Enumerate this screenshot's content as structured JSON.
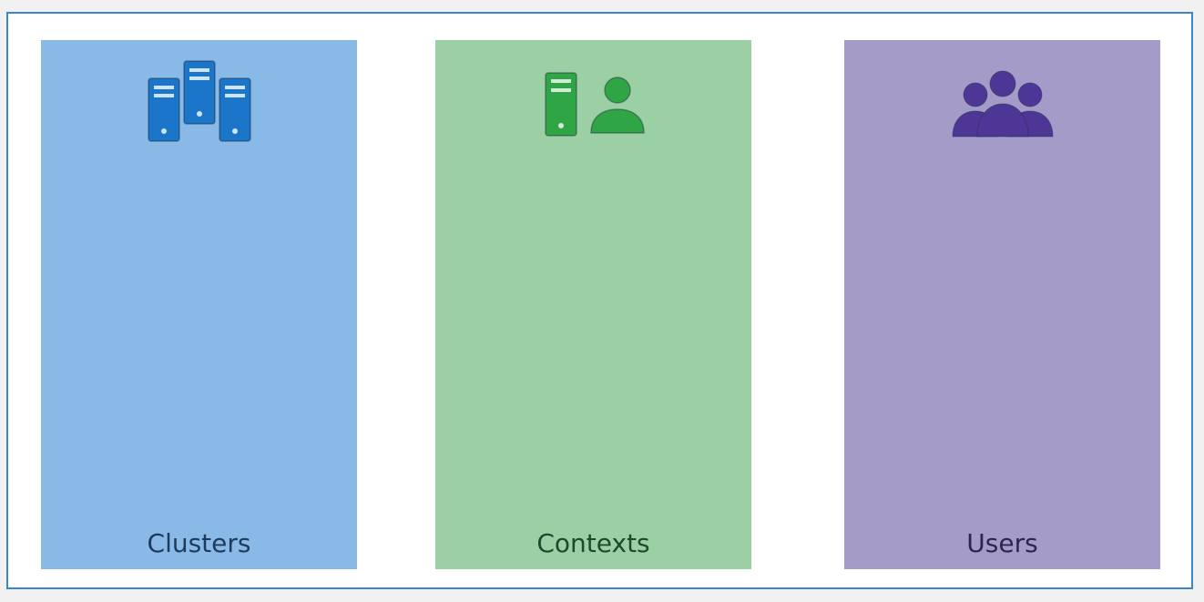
{
  "panels": [
    {
      "id": "clusters",
      "label": "Clusters",
      "bg_color": "#89b9e6",
      "icon_color": "#1b75c8",
      "text_color": "#1f3b5c",
      "icon": "server-cluster-icon"
    },
    {
      "id": "contexts",
      "label": "Contexts",
      "bg_color": "#9bd0a5",
      "icon_color": "#30a545",
      "text_color": "#1e4a2b",
      "icon": "server-user-icon"
    },
    {
      "id": "users",
      "label": "Users",
      "bg_color": "#a59bc8",
      "icon_color": "#4d3696",
      "text_color": "#2d2550",
      "icon": "user-group-icon"
    }
  ],
  "frame_color": "#3a86c8"
}
